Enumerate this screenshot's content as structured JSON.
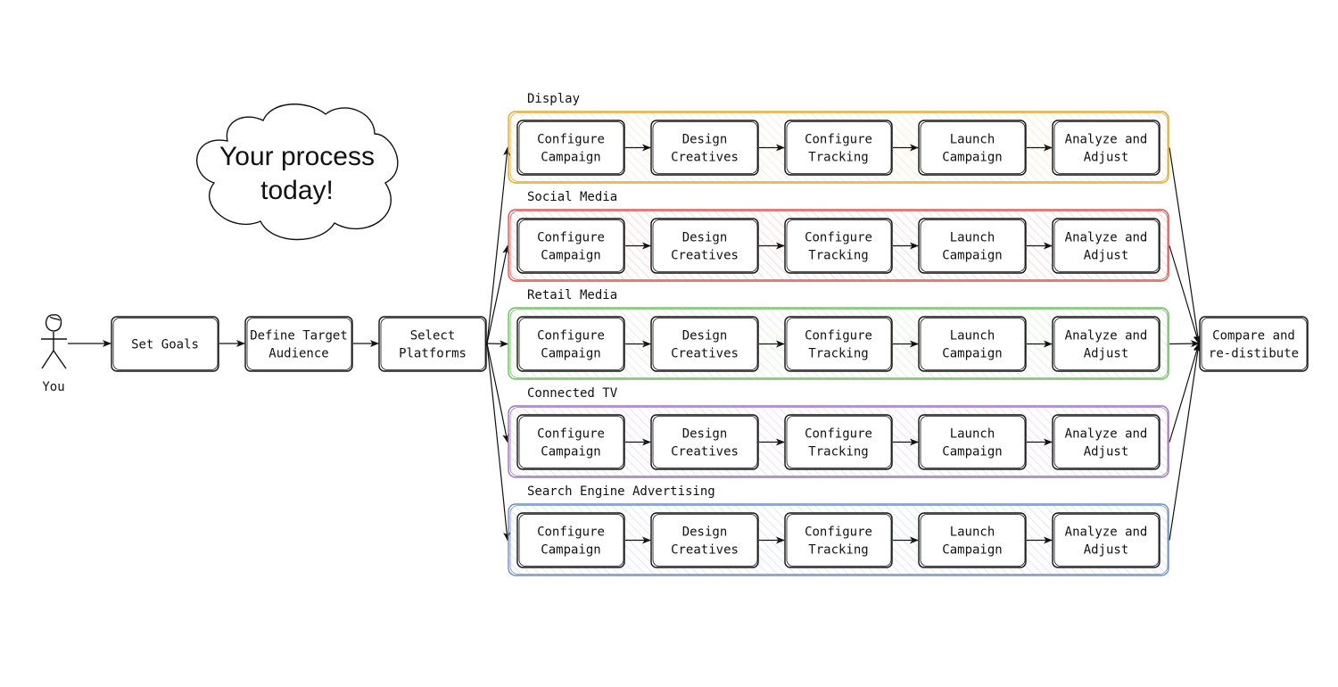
{
  "cloud": {
    "line1": "Your process",
    "line2": "today!"
  },
  "actor": {
    "label": "You"
  },
  "pre_steps": [
    {
      "line1": "Set Goals",
      "line2": ""
    },
    {
      "line1": "Define Target",
      "line2": "Audience"
    },
    {
      "line1": "Select",
      "line2": "Platforms"
    }
  ],
  "lanes": [
    {
      "title": "Display",
      "color": "#e0a82e",
      "steps": [
        {
          "line1": "Configure",
          "line2": "Campaign"
        },
        {
          "line1": "Design",
          "line2": "Creatives"
        },
        {
          "line1": "Configure",
          "line2": "Tracking"
        },
        {
          "line1": "Launch",
          "line2": "Campaign"
        },
        {
          "line1": "Analyze and",
          "line2": "Adjust"
        }
      ]
    },
    {
      "title": "Social Media",
      "color": "#d9534f",
      "steps": [
        {
          "line1": "Configure",
          "line2": "Campaign"
        },
        {
          "line1": "Design",
          "line2": "Creatives"
        },
        {
          "line1": "Configure",
          "line2": "Tracking"
        },
        {
          "line1": "Launch",
          "line2": "Campaign"
        },
        {
          "line1": "Analyze and",
          "line2": "Adjust"
        }
      ]
    },
    {
      "title": "Retail Media",
      "color": "#6abf5e",
      "steps": [
        {
          "line1": "Configure",
          "line2": "Campaign"
        },
        {
          "line1": "Design",
          "line2": "Creatives"
        },
        {
          "line1": "Configure",
          "line2": "Tracking"
        },
        {
          "line1": "Launch",
          "line2": "Campaign"
        },
        {
          "line1": "Analyze and",
          "line2": "Adjust"
        }
      ]
    },
    {
      "title": "Connected TV",
      "color": "#9b73bd",
      "steps": [
        {
          "line1": "Configure",
          "line2": "Campaign"
        },
        {
          "line1": "Design",
          "line2": "Creatives"
        },
        {
          "line1": "Configure",
          "line2": "Tracking"
        },
        {
          "line1": "Launch",
          "line2": "Campaign"
        },
        {
          "line1": "Analyze and",
          "line2": "Adjust"
        }
      ]
    },
    {
      "title": "Search Engine Advertising",
      "color": "#6c8ebf",
      "steps": [
        {
          "line1": "Configure",
          "line2": "Campaign"
        },
        {
          "line1": "Design",
          "line2": "Creatives"
        },
        {
          "line1": "Configure",
          "line2": "Tracking"
        },
        {
          "line1": "Launch",
          "line2": "Campaign"
        },
        {
          "line1": "Analyze and",
          "line2": "Adjust"
        }
      ]
    }
  ],
  "final_step": {
    "line1": "Compare and",
    "line2": "re-distibute"
  }
}
